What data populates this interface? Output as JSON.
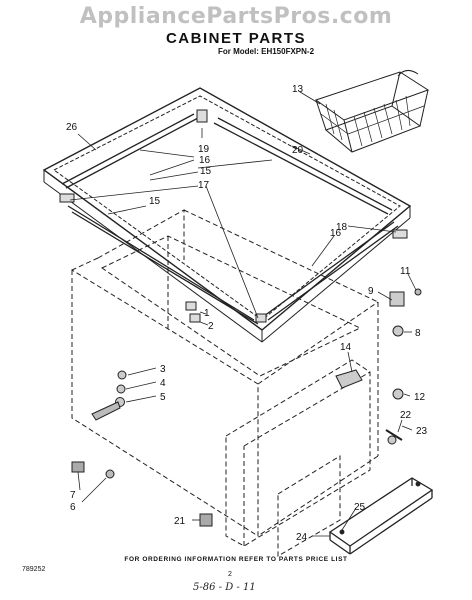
{
  "watermark": "AppliancePartsPros.com",
  "title": "CABINET PARTS",
  "model_line": "For Model: EH150FXPN-2",
  "callouts": [
    {
      "id": "c26",
      "label": "26"
    },
    {
      "id": "c19",
      "label": "19"
    },
    {
      "id": "c16a",
      "label": "16"
    },
    {
      "id": "c20",
      "label": "20"
    },
    {
      "id": "c15a",
      "label": "15"
    },
    {
      "id": "c17",
      "label": "17"
    },
    {
      "id": "c15b",
      "label": "15"
    },
    {
      "id": "c13",
      "label": "13"
    },
    {
      "id": "c18",
      "label": "18"
    },
    {
      "id": "c16b",
      "label": "16"
    },
    {
      "id": "c11",
      "label": "11"
    },
    {
      "id": "c9",
      "label": "9"
    },
    {
      "id": "c1",
      "label": "1"
    },
    {
      "id": "c2",
      "label": "2"
    },
    {
      "id": "c8",
      "label": "8"
    },
    {
      "id": "c14",
      "label": "14"
    },
    {
      "id": "c3",
      "label": "3"
    },
    {
      "id": "c4",
      "label": "4"
    },
    {
      "id": "c5",
      "label": "5"
    },
    {
      "id": "c12",
      "label": "12"
    },
    {
      "id": "c22",
      "label": "22"
    },
    {
      "id": "c23",
      "label": "23"
    },
    {
      "id": "c7",
      "label": "7"
    },
    {
      "id": "c6",
      "label": "6"
    },
    {
      "id": "c25",
      "label": "25"
    },
    {
      "id": "c21",
      "label": "21"
    },
    {
      "id": "c24",
      "label": "24"
    }
  ],
  "footer_note": "FOR ORDERING INFORMATION REFER TO PARTS PRICE LIST",
  "doc_number": "789252",
  "page_number": "2",
  "handwritten_note": "5-86 - D - 11"
}
